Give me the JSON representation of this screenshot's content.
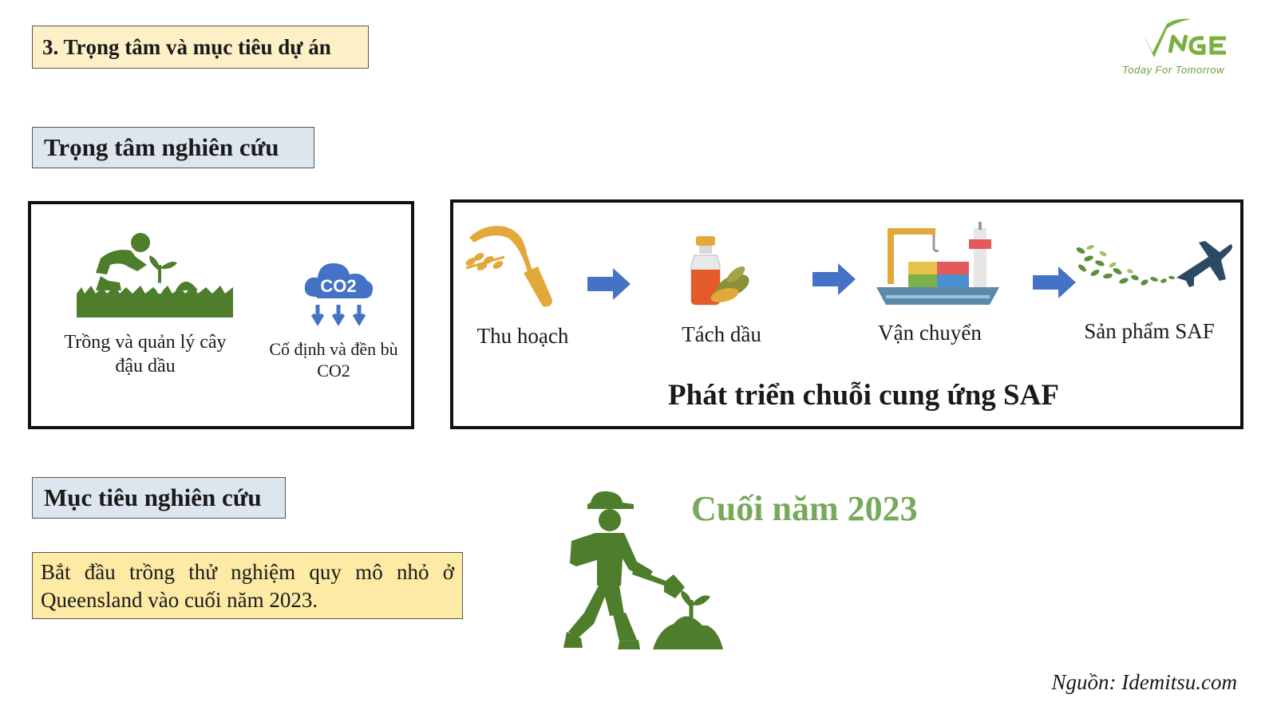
{
  "header": {
    "section_title": "3. Trọng tâm và mục tiêu dự án",
    "logo_tagline": "Today For Tomorrow",
    "logo_icon": "vnge-logo-icon"
  },
  "research_focus": {
    "title": "Trọng tâm nghiên cứu",
    "left_items": [
      {
        "label": "Trồng và quản lý cây\nđậu dầu",
        "icon": "planting-farmer-icon"
      },
      {
        "label": "Cố định và đền bù\nCO2",
        "icon": "co2-cloud-icon",
        "icon_text": "CO2"
      }
    ],
    "chain_steps": [
      {
        "label": "Thu hoạch",
        "icon": "sickle-harvest-icon"
      },
      {
        "label": "Tách dầu",
        "icon": "oil-bottle-icon"
      },
      {
        "label": "Vận chuyển",
        "icon": "cargo-ship-icon"
      },
      {
        "label": "Sản phẩm SAF",
        "icon": "airplane-icon"
      }
    ],
    "chain_title": "Phát triển chuỗi cung ứng SAF"
  },
  "research_goal": {
    "title": "Mục tiêu nghiên cứu",
    "description": "Bắt đầu trồng thử nghiệm quy mô nhỏ ở Queensland vào cuối năm 2023.",
    "timeline": "Cuối năm 2023",
    "icon": "farmer-shovel-icon"
  },
  "footer": {
    "source": "Nguồn: Idemitsu.com"
  },
  "colors": {
    "green": "#4e7d2c",
    "light_green": "#77a95a",
    "arrow_blue": "#4472c4",
    "highlight_yellow": "#fdeaa4",
    "header_blue": "#dde5ef"
  }
}
